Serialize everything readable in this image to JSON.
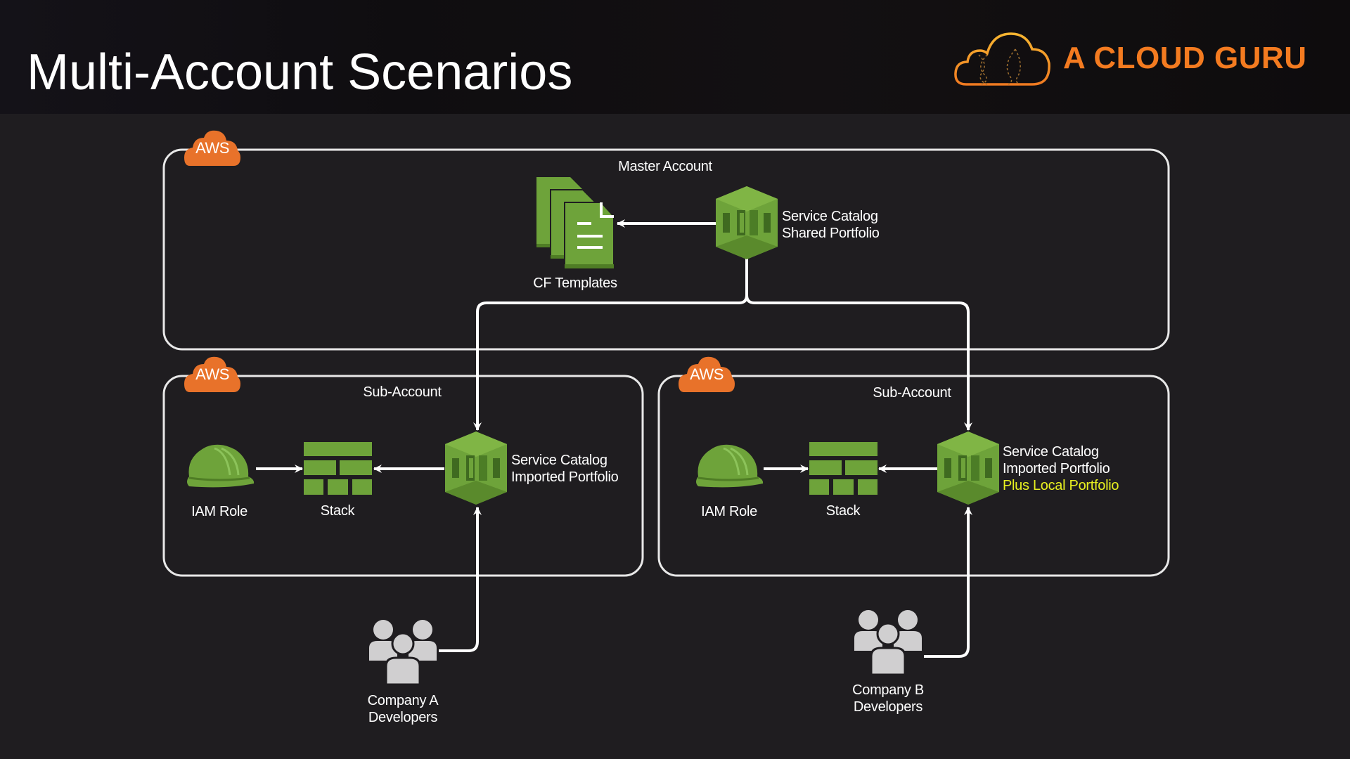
{
  "slide": {
    "title": "Multi-Account Scenarios",
    "brand": "A CLOUD GURU",
    "brand_color": "#f47b20"
  },
  "master_account": {
    "label": "Master Account",
    "badge": "AWS",
    "cf_templates": {
      "label": "CF Templates",
      "icon": "cloudformation-templates-icon"
    },
    "service_catalog": {
      "line1": "Service Catalog",
      "line2": "Shared Portfolio",
      "icon": "service-catalog-icon"
    }
  },
  "sub_account_a": {
    "label": "Sub-Account",
    "badge": "AWS",
    "iam_role": {
      "label": "IAM Role",
      "icon": "hardhat-icon"
    },
    "stack": {
      "label": "Stack",
      "icon": "stack-icon"
    },
    "service_catalog": {
      "line1": "Service Catalog",
      "line2": "Imported Portfolio",
      "icon": "service-catalog-icon"
    }
  },
  "sub_account_b": {
    "label": "Sub-Account",
    "badge": "AWS",
    "iam_role": {
      "label": "IAM Role",
      "icon": "hardhat-icon"
    },
    "stack": {
      "label": "Stack",
      "icon": "stack-icon"
    },
    "service_catalog": {
      "line1": "Service Catalog",
      "line2": "Imported Portfolio",
      "line3": "Plus Local Portfolio",
      "icon": "service-catalog-icon"
    },
    "highlight_color": "#e8f020"
  },
  "developers_a": {
    "line1": "Company A",
    "line2": "Developers",
    "icon": "users-group-icon"
  },
  "developers_b": {
    "line1": "Company B",
    "line2": "Developers",
    "icon": "users-group-icon"
  },
  "colors": {
    "icon_green": "#6ea33a",
    "aws_orange": "#e8722a",
    "background": "#1f1d20"
  }
}
